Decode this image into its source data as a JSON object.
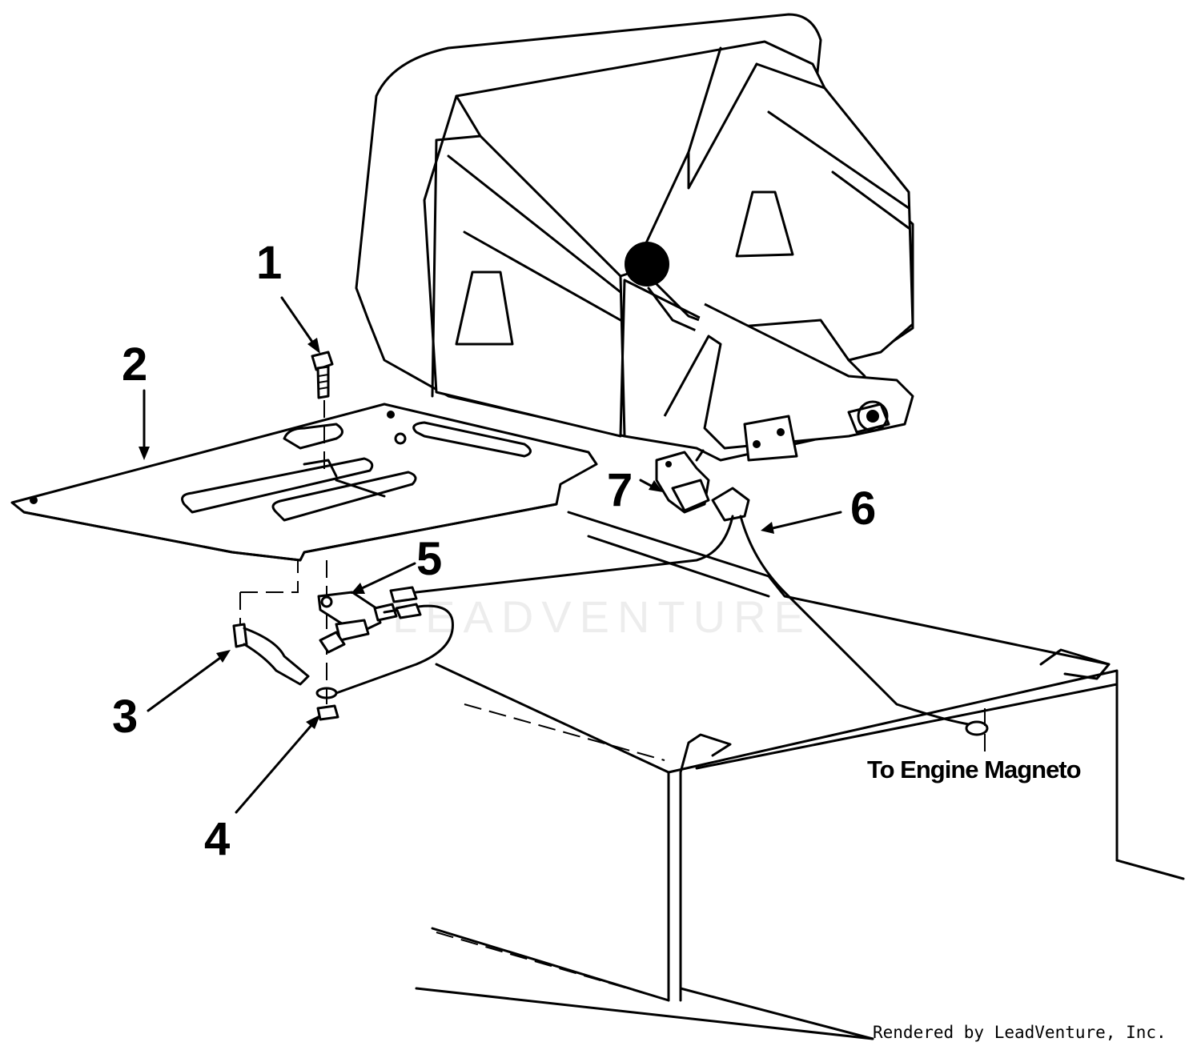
{
  "callouts": [
    "1",
    "2",
    "3",
    "4",
    "5",
    "6",
    "7"
  ],
  "note": "To Engine Magneto",
  "credit": "Rendered by LeadVenture, Inc.",
  "watermark": "LEADVENTURE"
}
